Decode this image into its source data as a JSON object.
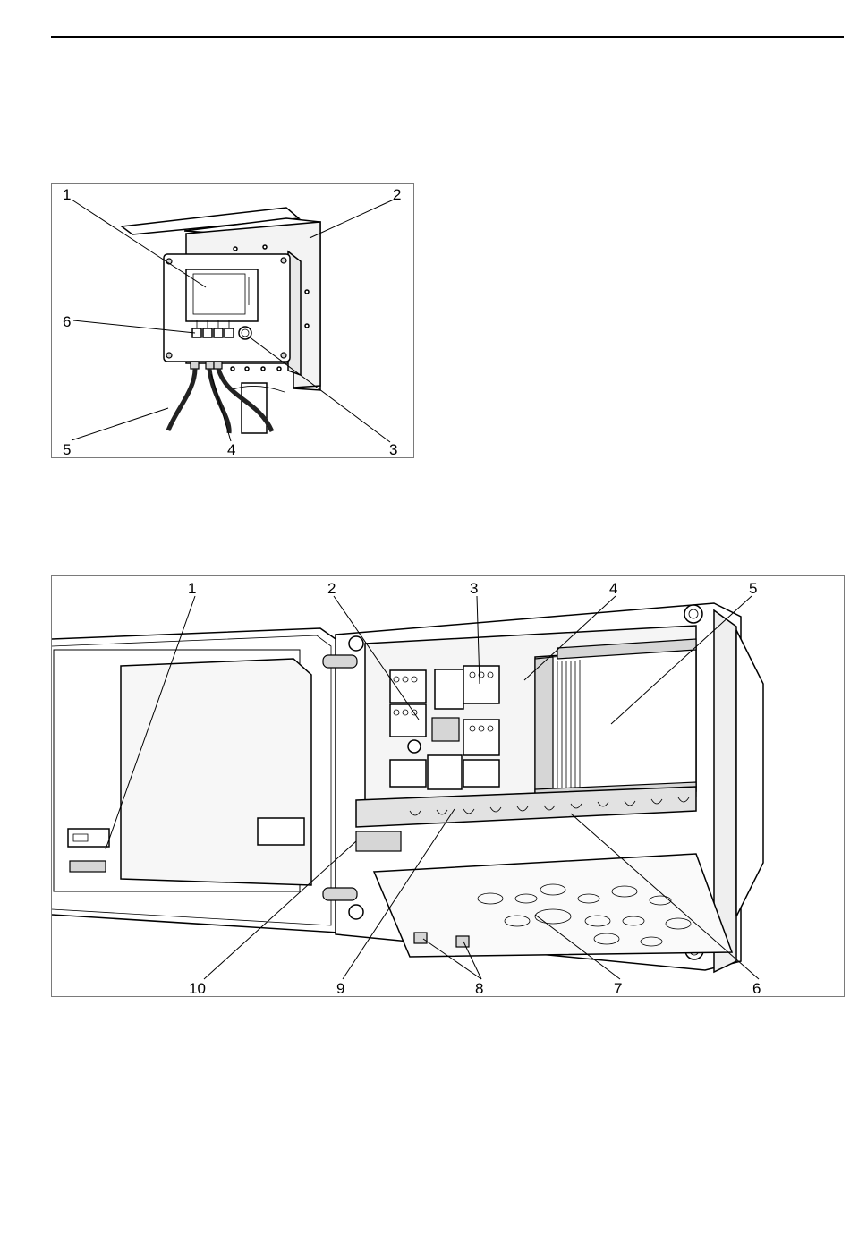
{
  "figure1": {
    "callouts": [
      "1",
      "2",
      "3",
      "4",
      "5",
      "6"
    ]
  },
  "figure2": {
    "callouts": [
      "1",
      "2",
      "3",
      "4",
      "5",
      "6",
      "7",
      "8",
      "9",
      "10"
    ]
  }
}
